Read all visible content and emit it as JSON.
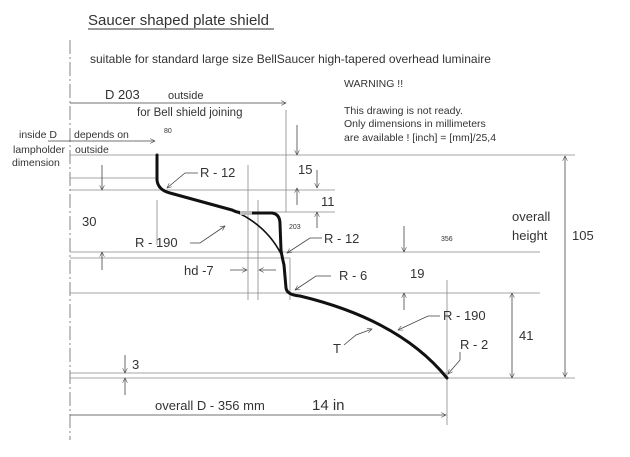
{
  "title": "Saucer shaped plate shield",
  "subtitle": "suitable  for standard large size  BellSaucer high-tapered overhead  luminaire",
  "warning": {
    "heading": "WARNING !!",
    "line1": "This  drawing  is  not  ready.",
    "line2": "Only  dimensions  in  millimeters",
    "line3": "are  available !    [inch] = [mm]/25,4"
  },
  "labels": {
    "d203": "D  203",
    "outside": "outside",
    "bell_joining": "for Bell shield  joining",
    "inside_d": "inside D",
    "depends_on": "depends on",
    "lampholder": "lampholder",
    "outside2": "outside",
    "dimension": "dimension",
    "small80": "80",
    "small203": "203",
    "small356": "356",
    "r12_top": "R - 12",
    "r190_inner": "R - 190",
    "r12_mid": "R - 12",
    "r6": "R - 6",
    "r190_outer": "R - 190",
    "r2": "R - 2",
    "hd": "hd -7",
    "t": "T",
    "d15": "15",
    "d11": "11",
    "d30": "30",
    "d19": "19",
    "d41": "41",
    "d3": "3",
    "overall": "overall",
    "height": "height",
    "d105": "105",
    "overall_d": "overall  D - 356 mm",
    "in14": "14 in"
  }
}
